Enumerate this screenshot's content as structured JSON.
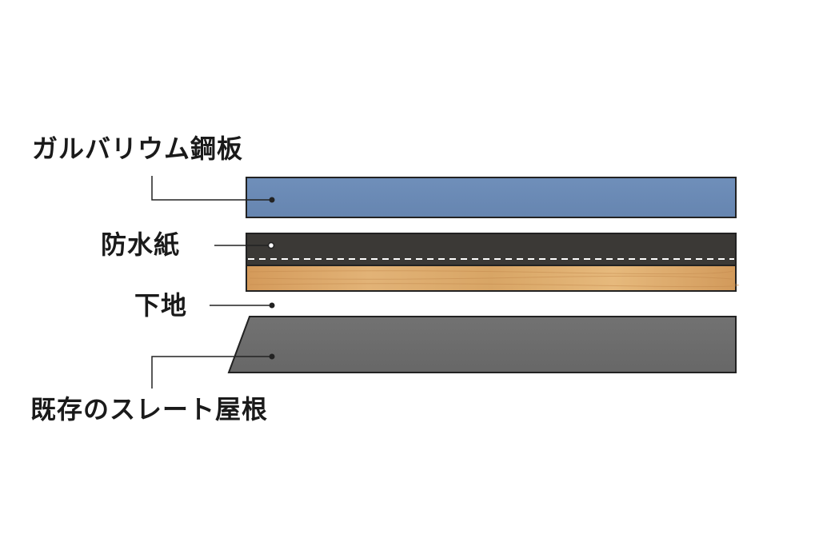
{
  "labels": {
    "galvalume": "ガルバリウム鋼板",
    "waterproof_paper": "防水紙",
    "base": "下地",
    "existing_slate_roof": "既存のスレート屋根"
  },
  "colors": {
    "galvalume": "#6b8bb5",
    "waterproof_paper": "#3b3936",
    "base": "#d9a766",
    "existing_slate_roof": "#6e6e6e",
    "outline": "#222222",
    "dash": "#ffffff"
  }
}
